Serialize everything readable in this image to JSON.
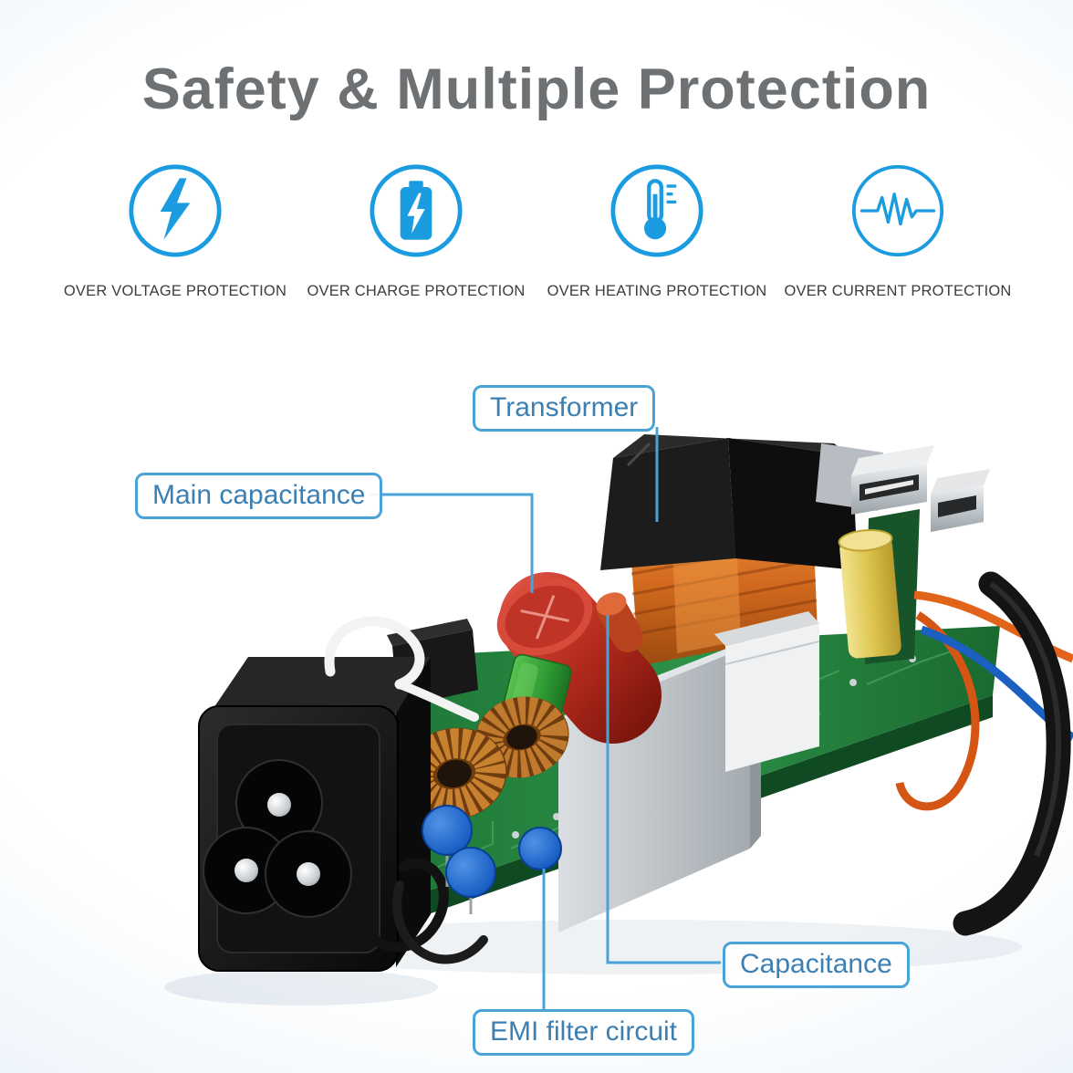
{
  "page": {
    "title": "Safety & Multiple Protection"
  },
  "protections": [
    {
      "icon": "over-voltage-icon",
      "label": "OVER VOLTAGE PROTECTION"
    },
    {
      "icon": "over-charge-icon",
      "label": "OVER CHARGE PROTECTION"
    },
    {
      "icon": "over-heating-icon",
      "label": "OVER HEATING PROTECTION"
    },
    {
      "icon": "over-current-icon",
      "label": "OVER CURRENT PROTECTION"
    }
  ],
  "callouts": [
    {
      "id": "transformer",
      "label": "Transformer"
    },
    {
      "id": "main-capacitance",
      "label": "Main capacitance"
    },
    {
      "id": "capacitance",
      "label": "Capacitance"
    },
    {
      "id": "emi-filter-circuit",
      "label": "EMI filter circuit"
    }
  ],
  "colors": {
    "icon_blue": "#1b9ce0",
    "callout_border": "#49a3d9",
    "callout_text": "#3c7fb2",
    "title_gray": "#6e7174",
    "pcb_green": "#27893f"
  }
}
